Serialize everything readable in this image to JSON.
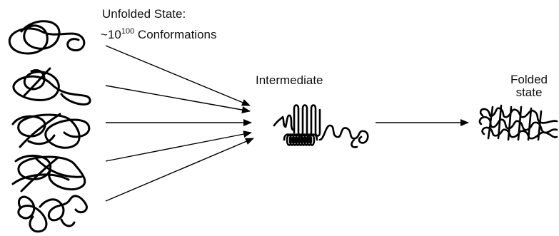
{
  "labels": {
    "unfolded_title": "Unfolded State:",
    "unfolded_count_prefix": "~10",
    "unfolded_count_exponent": "100",
    "unfolded_count_suffix": " Conformations",
    "intermediate": "Intermediate",
    "folded_line1": "Folded",
    "folded_line2": "state"
  }
}
